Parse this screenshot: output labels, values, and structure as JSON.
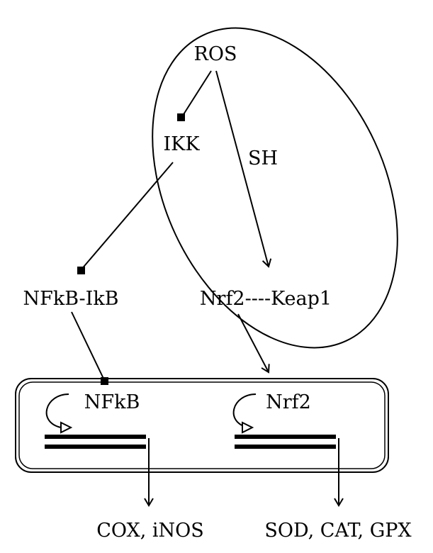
{
  "nodes": {
    "ros": "ROS",
    "ikk": "IKK",
    "sh": "SH",
    "nfkb_ikb": "NFkB-IkB",
    "nrf2_keap1": "Nrf2----Keap1",
    "nfkb": "NFkB",
    "nrf2": "Nrf2"
  },
  "outputs": {
    "nfkb_targets": "COX, iNOS",
    "nrf2_targets": "SOD, CAT, GPX"
  }
}
